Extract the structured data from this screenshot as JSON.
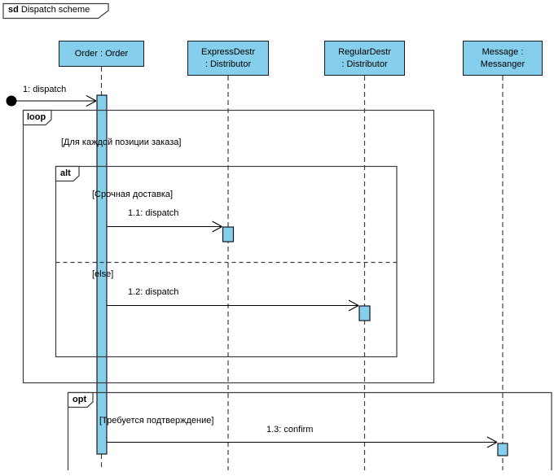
{
  "title": {
    "keyword": "sd",
    "text": "Dispatch scheme"
  },
  "colors": {
    "node_fill": "#85CEEC",
    "node_border": "#16191D",
    "frame_border": "#3D3D3D",
    "message_line": "#000000",
    "text": "#000000",
    "background": "#FFFFFF"
  },
  "lifelines": [
    {
      "name": "Order : Order",
      "lines": [
        "Order : Order"
      ]
    },
    {
      "name": "ExpressDestr : Distributor",
      "lines": [
        "ExpressDestr",
        ": Distributor"
      ]
    },
    {
      "name": "RegularDestr : Distributor",
      "lines": [
        "RegularDestr",
        ": Distributor"
      ]
    },
    {
      "name": "Message : Messanger",
      "lines": [
        "Message :",
        "Messanger"
      ]
    }
  ],
  "fragments": [
    {
      "operator": "loop",
      "guard": "[Для каждой позиции заказа]"
    },
    {
      "operator": "alt",
      "guard": "[Срочная доставка]",
      "else_label": "[else]"
    },
    {
      "operator": "opt",
      "guard": "[Требуется подтверждение]"
    }
  ],
  "messages": [
    {
      "label": "1: dispatch",
      "from": "found",
      "to": "Order : Order"
    },
    {
      "label": "1.1: dispatch",
      "from": "Order : Order",
      "to": "ExpressDestr : Distributor"
    },
    {
      "label": "1.2: dispatch",
      "from": "Order : Order",
      "to": "RegularDestr : Distributor"
    },
    {
      "label": "1.3: confirm",
      "from": "Order : Order",
      "to": "Message : Messanger"
    }
  ]
}
